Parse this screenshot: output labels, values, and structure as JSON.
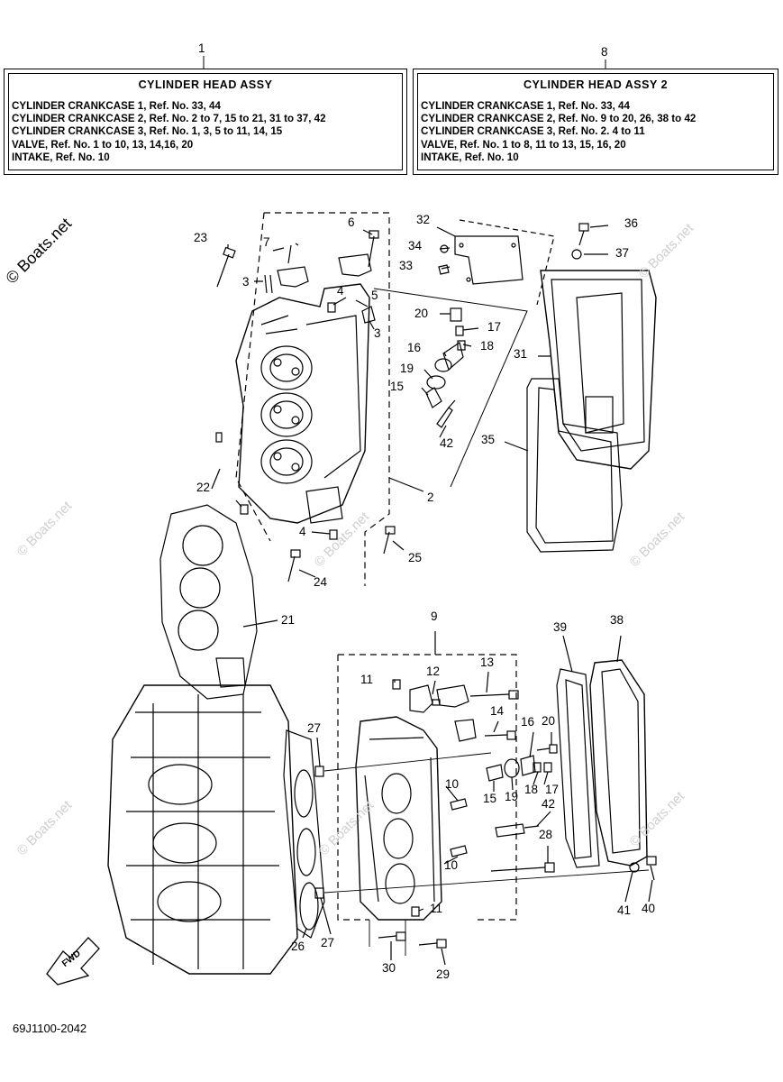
{
  "box1": {
    "ref": "1",
    "title": "CYLINDER HEAD ASSY",
    "lines": [
      "CYLINDER CRANKCASE 1,  Ref. No. 33, 44",
      "CYLINDER CRANKCASE 2,  Ref. No. 2 to 7, 15 to  21, 31 to 37, 42",
      "CYLINDER CRANKCASE 3,  Ref. No. 1, 3, 5 to 11, 14, 15",
      "VALVE,  Ref. No. 1 to 10, 13, 14,16, 20",
      "INTAKE,  Ref. No. 10"
    ]
  },
  "box2": {
    "ref": "8",
    "title": "CYLINDER HEAD ASSY 2",
    "lines": [
      "CYLINDER CRANKCASE 1,  Ref. No. 33, 44",
      "CYLINDER CRANKCASE 2,  Ref. No. 9 to 20, 26, 38 to 42",
      "CYLINDER CRANKCASE 3,  Ref. No. 2. 4 to 11",
      "VALVE,  Ref. No. 1 to 8, 11 to 13, 15, 16, 20",
      "INTAKE,  Ref. No. 10"
    ]
  },
  "watermark": "© Boats.net",
  "fwd_label": "FWD",
  "diagram_code": "69J1100-2042",
  "callouts": [
    {
      "id": "c23",
      "label": "23"
    },
    {
      "id": "c7",
      "label": "7"
    },
    {
      "id": "c6",
      "label": "6"
    },
    {
      "id": "c32",
      "label": "32"
    },
    {
      "id": "c34",
      "label": "34"
    },
    {
      "id": "c33",
      "label": "33"
    },
    {
      "id": "c36",
      "label": "36"
    },
    {
      "id": "c37",
      "label": "37"
    },
    {
      "id": "c3a",
      "label": "3"
    },
    {
      "id": "c4a",
      "label": "4"
    },
    {
      "id": "c5",
      "label": "5"
    },
    {
      "id": "c3b",
      "label": "3"
    },
    {
      "id": "c20a",
      "label": "20"
    },
    {
      "id": "c17a",
      "label": "17"
    },
    {
      "id": "c18a",
      "label": "18"
    },
    {
      "id": "c16a",
      "label": "16"
    },
    {
      "id": "c19a",
      "label": "19"
    },
    {
      "id": "c15a",
      "label": "15"
    },
    {
      "id": "c31",
      "label": "31"
    },
    {
      "id": "c42a",
      "label": "42"
    },
    {
      "id": "c35",
      "label": "35"
    },
    {
      "id": "c22",
      "label": "22"
    },
    {
      "id": "c2",
      "label": "2"
    },
    {
      "id": "c4b",
      "label": "4"
    },
    {
      "id": "c25",
      "label": "25"
    },
    {
      "id": "c24",
      "label": "24"
    },
    {
      "id": "c21",
      "label": "21"
    },
    {
      "id": "c9",
      "label": "9"
    },
    {
      "id": "c39",
      "label": "39"
    },
    {
      "id": "c38",
      "label": "38"
    },
    {
      "id": "c11a",
      "label": "11"
    },
    {
      "id": "c12",
      "label": "12"
    },
    {
      "id": "c13",
      "label": "13"
    },
    {
      "id": "c27a",
      "label": "27"
    },
    {
      "id": "c14",
      "label": "14"
    },
    {
      "id": "c16b",
      "label": "16"
    },
    {
      "id": "c20b",
      "label": "20"
    },
    {
      "id": "c10a",
      "label": "10"
    },
    {
      "id": "c15b",
      "label": "15"
    },
    {
      "id": "c19b",
      "label": "19"
    },
    {
      "id": "c18b",
      "label": "18"
    },
    {
      "id": "c17b",
      "label": "17"
    },
    {
      "id": "c42b",
      "label": "42"
    },
    {
      "id": "c28",
      "label": "28"
    },
    {
      "id": "c10b",
      "label": "10"
    },
    {
      "id": "c11b",
      "label": "11"
    },
    {
      "id": "c41",
      "label": "41"
    },
    {
      "id": "c40",
      "label": "40"
    },
    {
      "id": "c26",
      "label": "26"
    },
    {
      "id": "c27b",
      "label": "27"
    },
    {
      "id": "c30",
      "label": "30"
    },
    {
      "id": "c29",
      "label": "29"
    }
  ]
}
